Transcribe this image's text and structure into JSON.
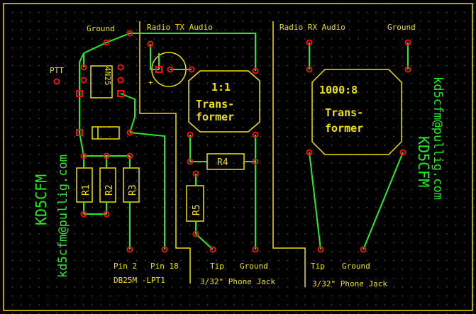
{
  "labels": {
    "ground_top_left": "Ground",
    "radio_tx_audio": "Radio TX Audio",
    "radio_rx_audio": "Radio RX Audio",
    "ground_top_right": "Ground",
    "ptt": "PTT",
    "optocoupler": "4N25",
    "transformer_tx_ratio": "1:1",
    "transformer_tx_line1": "Trans-",
    "transformer_tx_line2": "former",
    "transformer_rx_ratio": "1000:8",
    "transformer_rx_line1": "Trans-",
    "transformer_rx_line2": "former",
    "r1": "R1",
    "r2": "R2",
    "r3": "R3",
    "r4": "R4",
    "r5": "R5",
    "pin2": "Pin 2",
    "pin18": "Pin 18",
    "tip_tx": "Tip",
    "ground_tx_jack": "Ground",
    "tip_rx": "Tip",
    "ground_rx_jack": "Ground",
    "db25": "DB25M -LPT1",
    "jack_tx": "3/32\" Phone Jack",
    "jack_rx": "3/32\" Phone Jack",
    "plus_sign": "+"
  },
  "copper_text": {
    "callsign_left": "KD5CFM",
    "email_left": "kd5cfm@pullig.com",
    "callsign_right": "KD5CFM",
    "email_right": "kd5cfm@pullig.com"
  },
  "colors": {
    "background": "#000000",
    "grid_dot": "#4a4a4a",
    "silkscreen": "#f0e000",
    "copper": "#22ee22",
    "pad": "#ee1111"
  }
}
